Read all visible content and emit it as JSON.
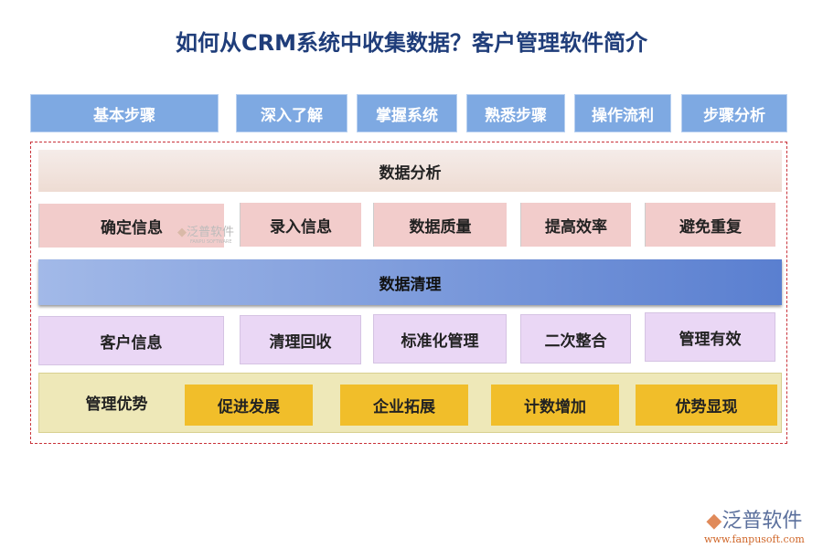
{
  "title": "如何从CRM系统中收集数据？客户管理软件简介",
  "top_tabs": [
    "基本步骤",
    "深入了解",
    "掌握系统",
    "熟悉步骤",
    "操作流利",
    "步骤分析"
  ],
  "analysis": {
    "header": "数据分析",
    "items": [
      "确定信息",
      "录入信息",
      "数据质量",
      "提高效率",
      "避免重复"
    ]
  },
  "cleaning": {
    "header": "数据清理",
    "items": [
      "客户信息",
      "清理回收",
      "标准化管理",
      "二次整合",
      "管理有效"
    ]
  },
  "advantage": {
    "header": "管理优势",
    "items": [
      "促进发展",
      "企业拓展",
      "计数增加",
      "优势显现"
    ]
  },
  "watermark": {
    "brand": "泛普软件",
    "sub": "FANPU SOFTWARE"
  },
  "logo": {
    "brand": "泛普软件",
    "url": "www.fanpusoft.com"
  }
}
